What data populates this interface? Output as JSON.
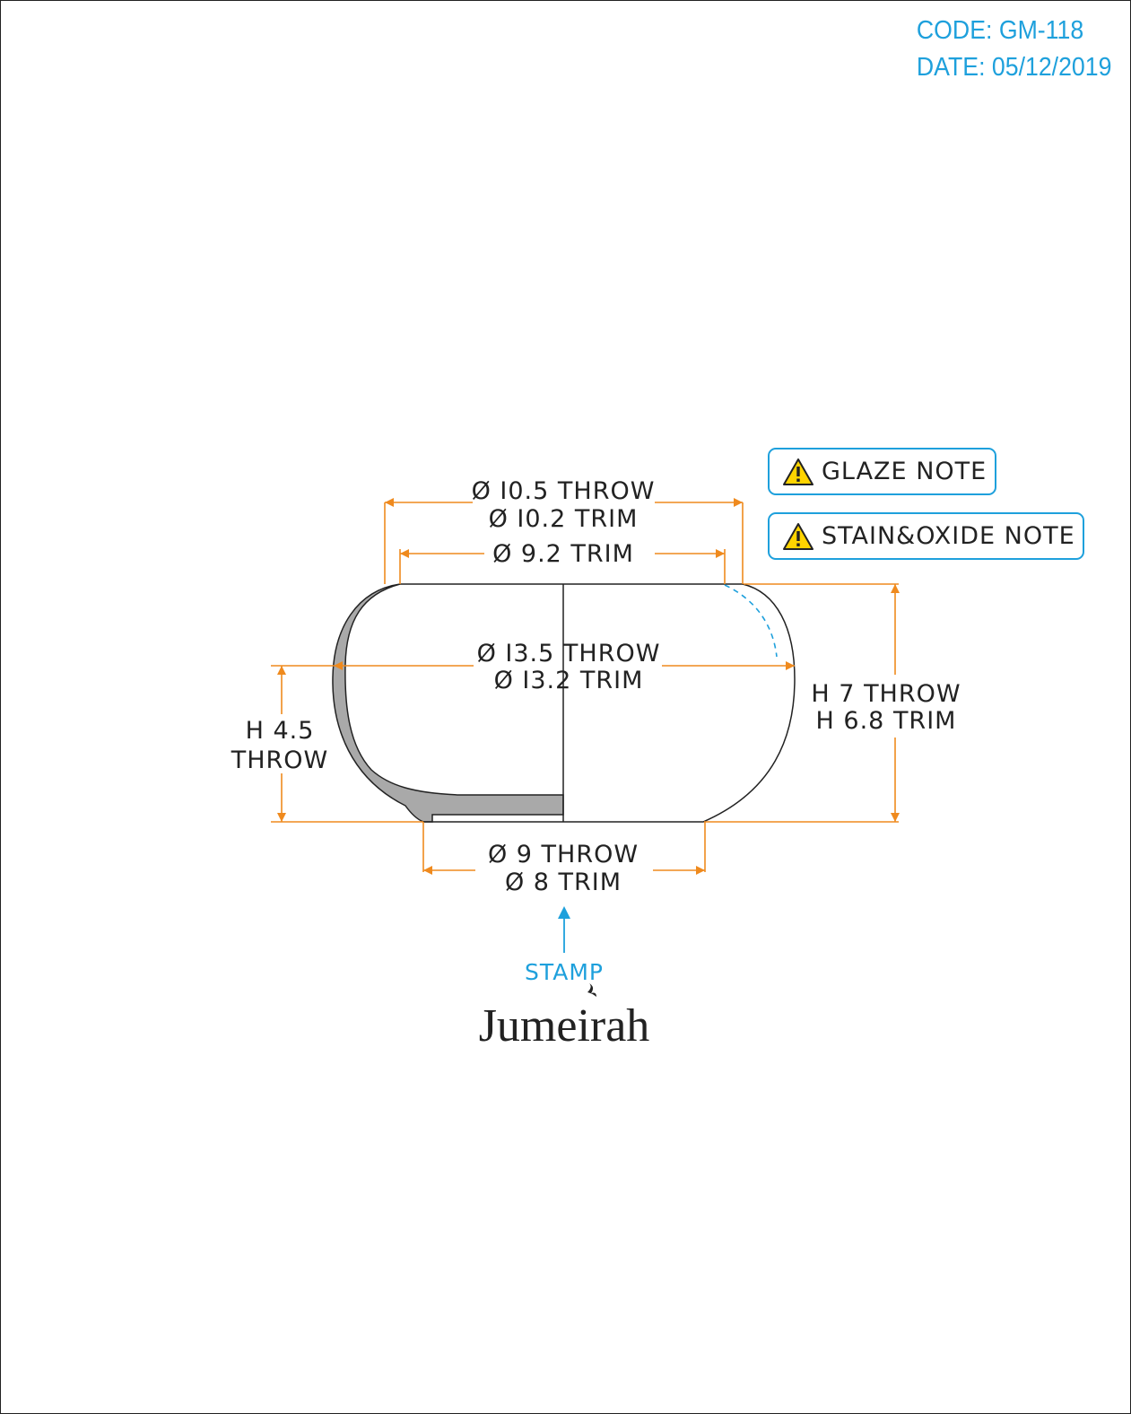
{
  "header": {
    "code": "CODE: GM-118",
    "date": "DATE: 05/12/2019"
  },
  "notes": {
    "glaze": "GLAZE NOTE",
    "stain_oxide": "STAIN&OXIDE NOTE",
    "icon": "warning-triangle-icon"
  },
  "dimensions": {
    "rim_outer": [
      "Ø I0.5 THROW",
      "Ø I0.2 TRIM"
    ],
    "rim_inner": "Ø 9.2 TRIM",
    "max_diameter": [
      "Ø I3.5 THROW",
      "Ø I3.2 TRIM"
    ],
    "height": [
      "H 7 THROW",
      "H 6.8 TRIM"
    ],
    "partial_height": [
      "H 4.5",
      "THROW"
    ],
    "base": [
      "Ø 9 THROW",
      "Ø 8 TRIM"
    ]
  },
  "stamp": {
    "label": "STAMP",
    "logo_text": "Jumeirah"
  },
  "colors": {
    "dimension": "#ef8a1e",
    "accent": "#1ea0dc",
    "section_fill": "#a9a9a9",
    "outline": "#222222"
  }
}
